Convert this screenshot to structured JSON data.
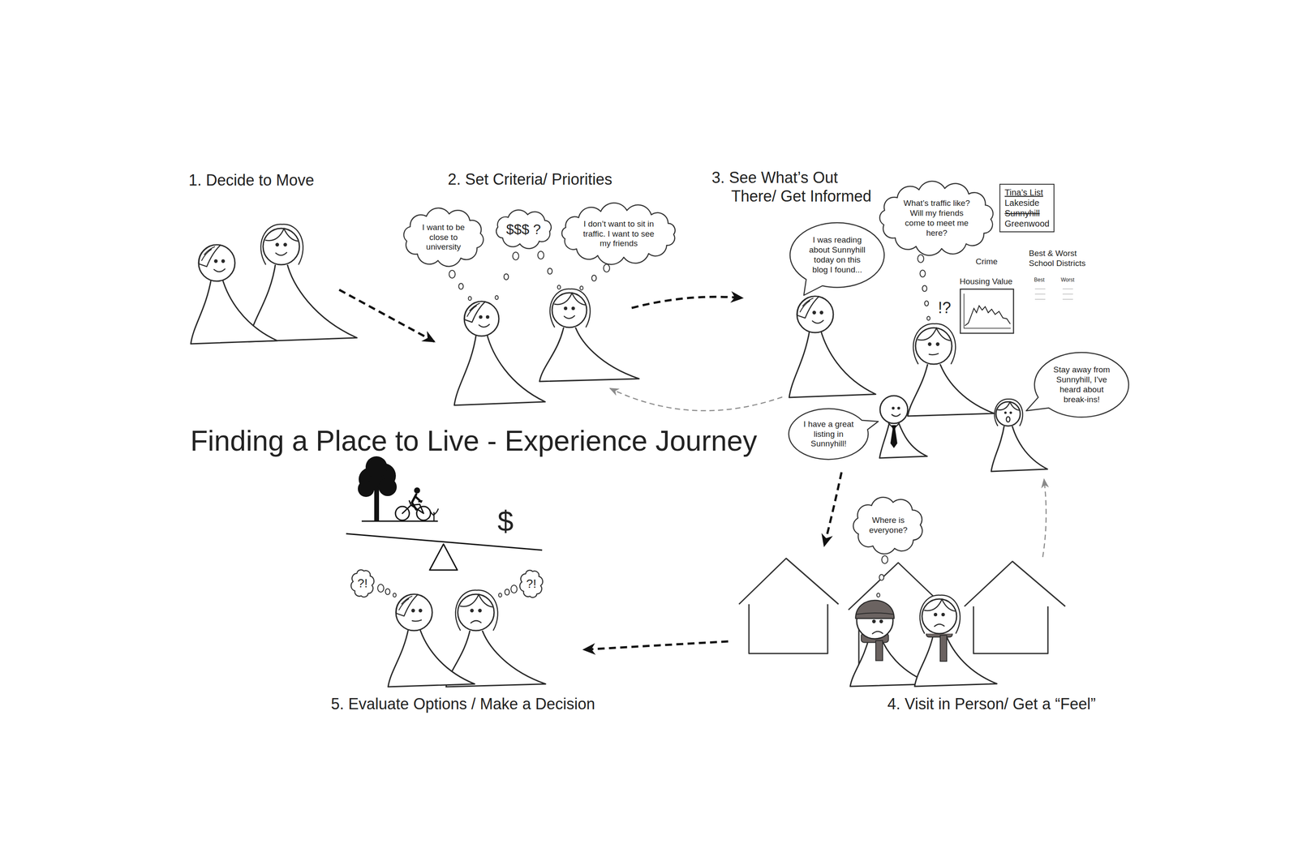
{
  "diagram": {
    "title": "Finding a Place to Live - Experience Journey",
    "nodes": [
      {
        "text": [
          "I want to be close to university"
        ]
      },
      {
        "text": [
          "$$$ ?"
        ]
      },
      {
        "text": [
          "I don’t want to sit in traffic. I want to see my friends"
        ]
      },
      {
        "text": [
          "I was reading about Sunnyhill today on this blog I found..."
        ]
      },
      {
        "text": [
          "What’s traffic like? Will my friends come to meet me here?"
        ]
      },
      {
        "text": [
          "Tina’s List",
          "Lakeside",
          "Sunnyhill",
          "Greenwood"
        ]
      },
      {
        "text": [
          "Housing Value"
        ]
      },
      {
        "text": [
          "Stay away from Sunnyhill, I’ve heard about break-ins!"
        ]
      },
      {
        "text": [
          "I have a great listing in Sunnyhill!"
        ]
      },
      {
        "text": [
          "Where is everyone?"
        ]
      },
      {
        "text": [
          "?!"
        ]
      },
      {
        "text": [
          "?!"
        ]
      }
    ],
    "labels": [
      "1. Decide to Move",
      "2. Set Criteria/ Priorities",
      "3. See What’s Out There/ Get Informed",
      "!?",
      "Crime",
      "Best & Worst School Districts",
      "Best",
      "Worst",
      "4. Visit in Person/ Get a “Feel”",
      "$",
      "5. Evaluate Options / Make a Decision"
    ]
  }
}
